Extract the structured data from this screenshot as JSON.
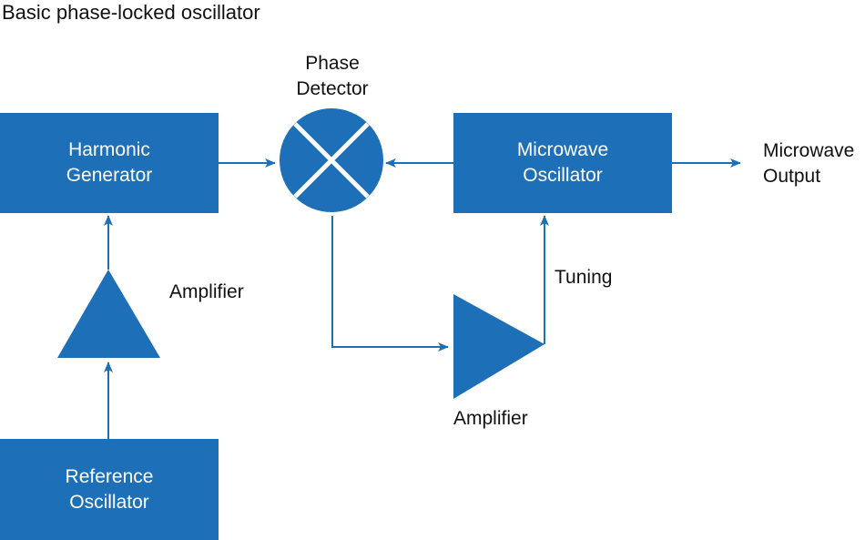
{
  "title": "Basic phase-locked oscillator",
  "colors": {
    "block_fill": "#1d6fb8",
    "block_text": "#ffffff",
    "label_text": "#111111",
    "connector": "#1d6fb8"
  },
  "blocks": {
    "harmonic_generator": {
      "line1": "Harmonic",
      "line2": "Generator"
    },
    "reference_oscillator": {
      "line1": "Reference",
      "line2": "Oscillator"
    },
    "microwave_oscillator": {
      "line1": "Microwave",
      "line2": "Oscillator"
    }
  },
  "phase_detector": {
    "line1": "Phase",
    "line2": "Detector",
    "symbol": "mixer-circle-x"
  },
  "amplifiers": {
    "vertical": {
      "label": "Amplifier",
      "symbol": "triangle-up"
    },
    "horizontal": {
      "label": "Amplifier",
      "symbol": "triangle-right"
    }
  },
  "output": {
    "line1": "Microwave",
    "line2": "Output"
  },
  "tuning": {
    "label": "Tuning"
  }
}
